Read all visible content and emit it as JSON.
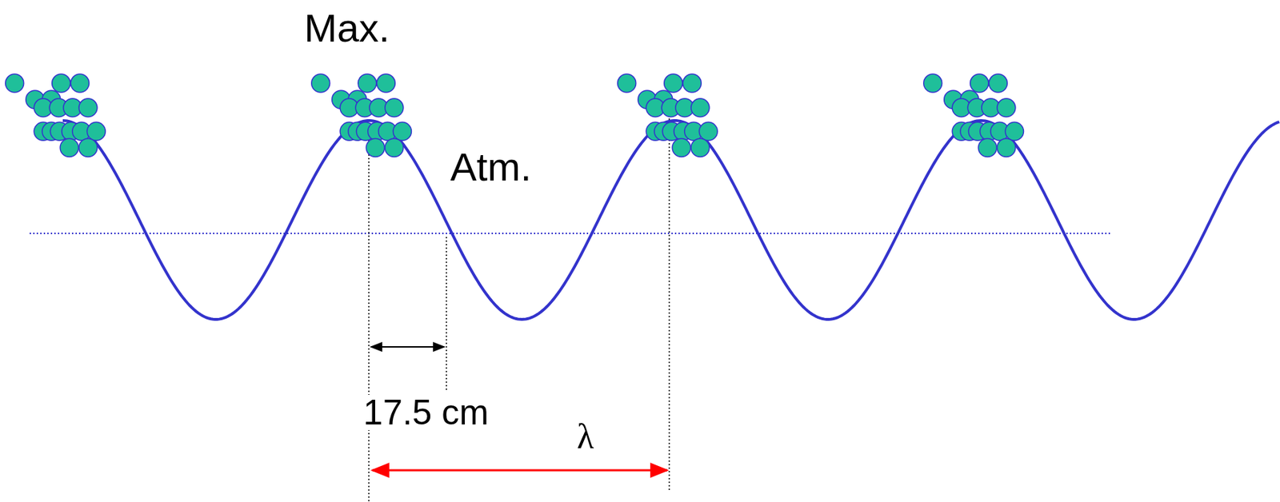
{
  "diagram": {
    "labels": [
      "Max.",
      "Atm.",
      "17.5 cm",
      "λ"
    ]
  }
}
